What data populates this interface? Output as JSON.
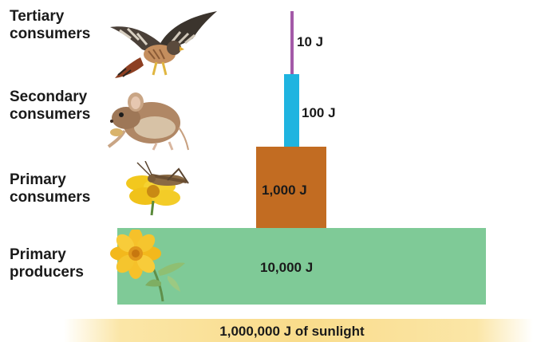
{
  "levels": [
    {
      "label_line1": "Tertiary",
      "label_line2": "consumers",
      "energy": "10 J",
      "color": "#a35aa8",
      "illustration": "hawk-illustration"
    },
    {
      "label_line1": "Secondary",
      "label_line2": "consumers",
      "energy": "100 J",
      "color": "#1fb4e0",
      "illustration": "mouse-illustration"
    },
    {
      "label_line1": "Primary",
      "label_line2": "consumers",
      "energy": "1,000 J",
      "color": "#c26c22",
      "illustration": "grasshopper-on-flower-illustration"
    },
    {
      "label_line1": "Primary",
      "label_line2": "producers",
      "energy": "10,000 J",
      "color": "#7fca97",
      "illustration": "flower-plant-illustration"
    }
  ],
  "sunlight": {
    "label": "1,000,000 J of sunlight",
    "color": "#f9dc8b"
  }
}
